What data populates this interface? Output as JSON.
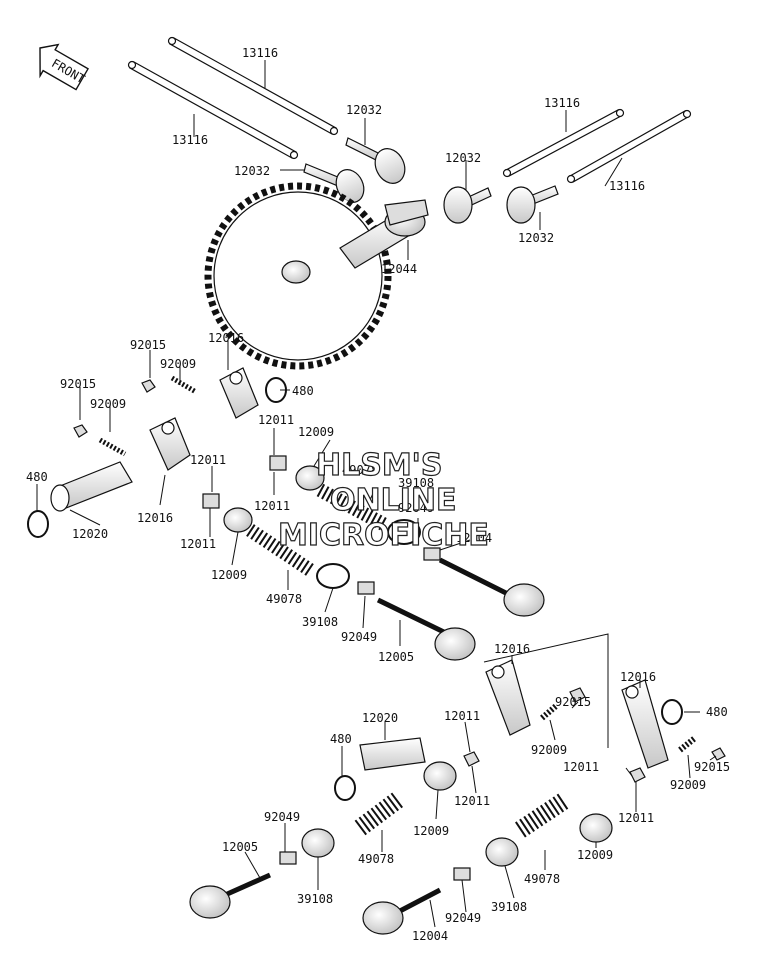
{
  "front_label": "FRONT",
  "watermark": [
    "HLSM'S",
    "ONLINE",
    "MICROFICHE"
  ],
  "labels": {
    "l13116a": "13116",
    "l13116b": "13116",
    "l13116c": "13116",
    "l13116d": "13116",
    "l12032a": "12032",
    "l12032b": "12032",
    "l12032c": "12032",
    "l12032d": "12032",
    "l12044": "12044",
    "l92015a": "92015",
    "l92015b": "92015",
    "l92015c": "92015",
    "l92015d": "92015",
    "l92009a": "92009",
    "l92009b": "92009",
    "l92009c": "92009",
    "l92009d": "92009",
    "l12016a": "12016",
    "l12016b": "12016",
    "l12016c": "12016",
    "l12016d": "12016",
    "l480a": "480",
    "l480b": "480",
    "l480c": "480",
    "l480d": "480",
    "l12011a": "12011",
    "l12011b": "12011",
    "l12011c": "12011",
    "l12011d": "12011",
    "l12011e": "12011",
    "l12011f": "12011",
    "l12011g": "12011",
    "l12009a": "12009",
    "l12009b": "12009",
    "l12009c": "12009",
    "l12009d": "12009",
    "l12020a": "12020",
    "l12020b": "12020",
    "l49078a": "49078",
    "l49078b": "49078",
    "l49078c": "49078",
    "l49078d": "49078",
    "l39108a": "39108",
    "l39108b": "39108",
    "l39108c": "39108",
    "l39108d": "39108",
    "l92049a": "92049",
    "l92049b": "92049",
    "l92049c": "92049",
    "l92049d": "92049",
    "l12004a": "12004",
    "l12004b": "12004",
    "l12005a": "12005",
    "l12005b": "12005"
  }
}
